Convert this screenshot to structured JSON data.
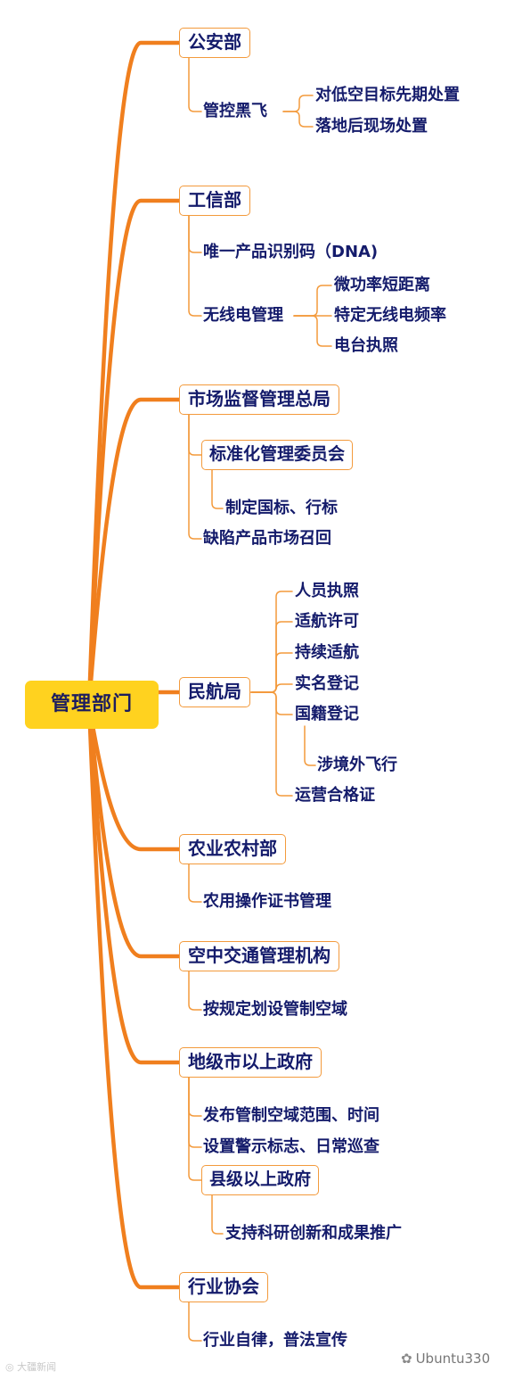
{
  "root": {
    "label": "管理部门"
  },
  "departments": [
    {
      "label": "公安部",
      "l2": [
        {
          "label": "管控黑飞",
          "l3": [
            "对低空目标先期处置",
            "落地后现场处置"
          ]
        }
      ]
    },
    {
      "label": "工信部",
      "l2": [
        {
          "label": "唯一产品识别码（DNA)"
        },
        {
          "label": "无线电管理",
          "l3": [
            "微功率短距离",
            "特定无线电频率",
            "电台执照"
          ]
        }
      ]
    },
    {
      "label": "市场监督管理总局",
      "l2": [
        {
          "label": "标准化管理委员会",
          "l3": [
            "制定国标、行标"
          ]
        },
        {
          "label": "缺陷产品市场召回"
        }
      ]
    },
    {
      "label": "民航局",
      "l2": [
        {
          "label": "人员执照"
        },
        {
          "label": "适航许可"
        },
        {
          "label": "持续适航"
        },
        {
          "label": "实名登记"
        },
        {
          "label": "国籍登记",
          "l3": [
            "涉境外飞行"
          ]
        },
        {
          "label": "运营合格证"
        }
      ]
    },
    {
      "label": "农业农村部",
      "l2": [
        {
          "label": "农用操作证书管理"
        }
      ]
    },
    {
      "label": "空中交通管理机构",
      "l2": [
        {
          "label": "按规定划设管制空域"
        }
      ]
    },
    {
      "label": "地级市以上政府",
      "l2": [
        {
          "label": "发布管制空域范围、时间"
        },
        {
          "label": "设置警示标志、日常巡查"
        },
        {
          "label": "县级以上政府",
          "l3": [
            "支持科研创新和成果推广"
          ]
        }
      ]
    },
    {
      "label": "行业协会",
      "l2": [
        {
          "label": "行业自律，普法宣传"
        }
      ]
    }
  ],
  "watermark": {
    "left": "大疆新闻",
    "right": "Ubuntu330"
  },
  "colors": {
    "branch": "#f07f1e",
    "line": "#f39a3c",
    "root_fill": "#ffd21f",
    "text": "#141b6b"
  }
}
